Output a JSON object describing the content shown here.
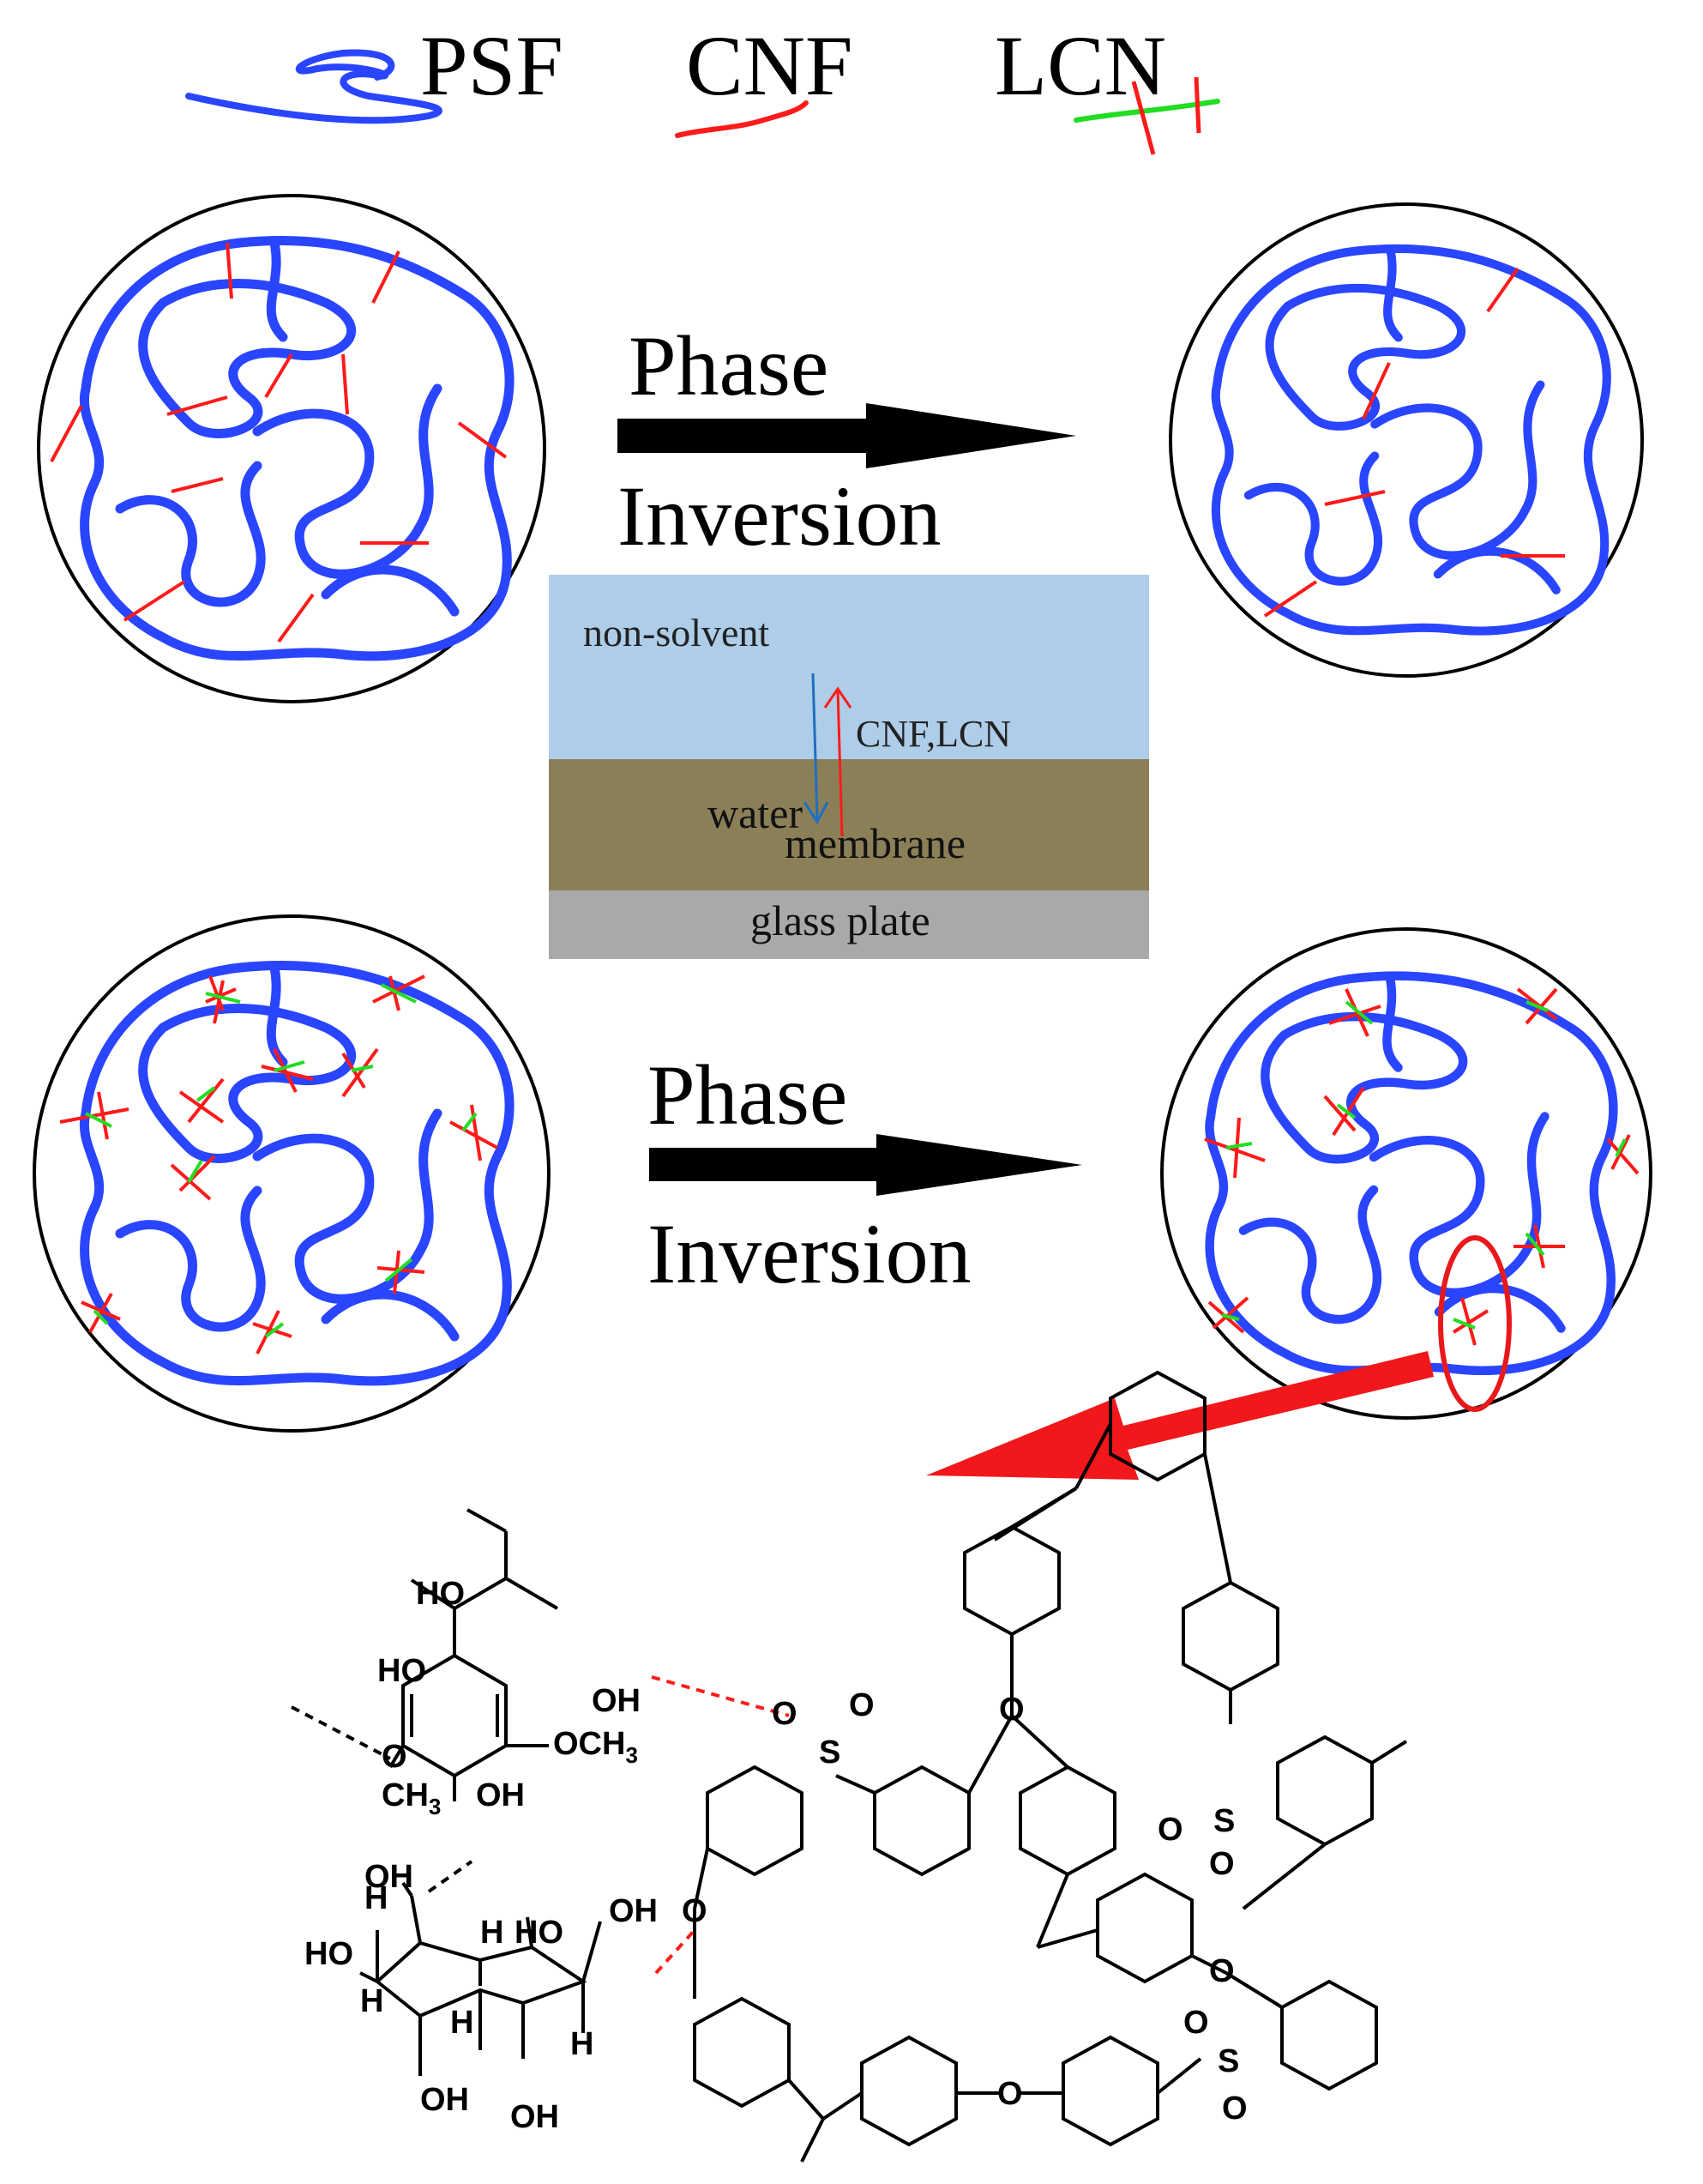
{
  "legend": {
    "psf_label": "PSF",
    "cnf_label": "CNF",
    "lcn_label": "LCN",
    "colors": {
      "psf": "#2a45ff",
      "cnf": "#ff1a1a",
      "lcn": "#22dd22"
    }
  },
  "process": {
    "top_arrow": {
      "line1": "Phase",
      "line2": "Inversion"
    },
    "bottom_arrow": {
      "line1": "Phase",
      "line2": "Inversion"
    }
  },
  "inset": {
    "nonsolvent_label": "non-solvent",
    "flux_label": "CNF,LCN",
    "water_label": "water",
    "membrane_label": "membrane",
    "plate_label": "glass plate",
    "colors": {
      "nonsolvent": "#aecde9",
      "membrane": "#8b7f58",
      "plate": "#a9a9ab"
    }
  },
  "chemistry": {
    "labels": {
      "ho_top": "HO",
      "ho_mid": "HO",
      "oh_side": "OH",
      "sulfone_o1": "O",
      "sulfone_o2": "O",
      "sulfone_s": "S",
      "ring_methoxy": "OCH",
      "ring_methoxy_sub": "3",
      "o_ring": "O",
      "ch3": "CH",
      "ch3_sub": "3",
      "ring_oh": "OH",
      "oh_sugar_top": "OH",
      "h1": "H",
      "h2": "H",
      "ho_ring": "HO",
      "ho_left": "HO",
      "h_left": "H",
      "h_c3": "H",
      "h_right": "H",
      "oh_bottom1": "OH",
      "oh_bottom2": "OH",
      "oh_anomeric": "OH",
      "ether_o1": "O",
      "ether_o2": "O",
      "ether_o3": "O",
      "ether_o4": "O",
      "s2": "S",
      "s2_o1": "O",
      "s2_o2": "O",
      "s3": "S",
      "s3_o1": "O",
      "s3_o2": "O"
    }
  }
}
